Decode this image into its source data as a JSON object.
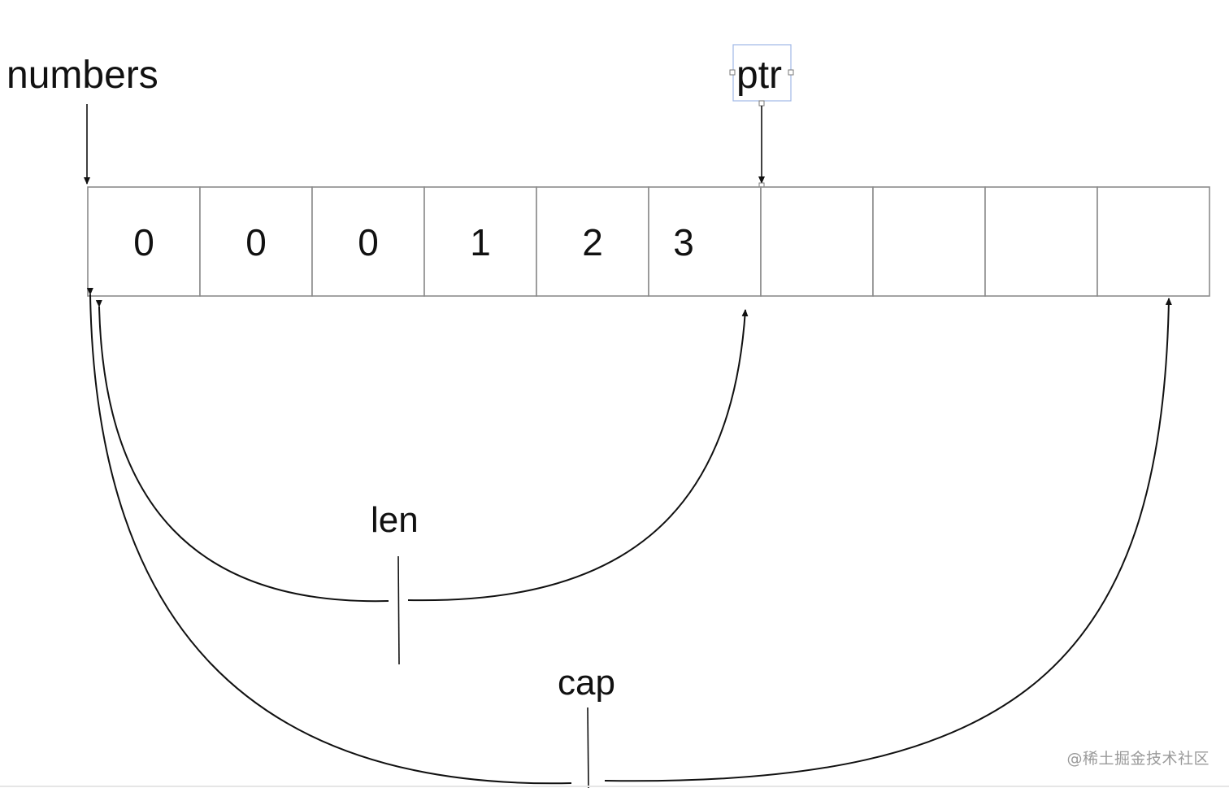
{
  "labels": {
    "numbers": "numbers",
    "ptr": "ptr",
    "len": "len",
    "cap": "cap"
  },
  "cells": [
    "0",
    "0",
    "0",
    "1",
    "2",
    "3",
    "",
    "",
    "",
    ""
  ],
  "watermark": "@稀土掘金技术社区",
  "colors": {
    "stroke": "#111111",
    "cell_border": "#8c8c8c",
    "selection": "#9fb8e6",
    "watermark": "#9a9a9a"
  }
}
